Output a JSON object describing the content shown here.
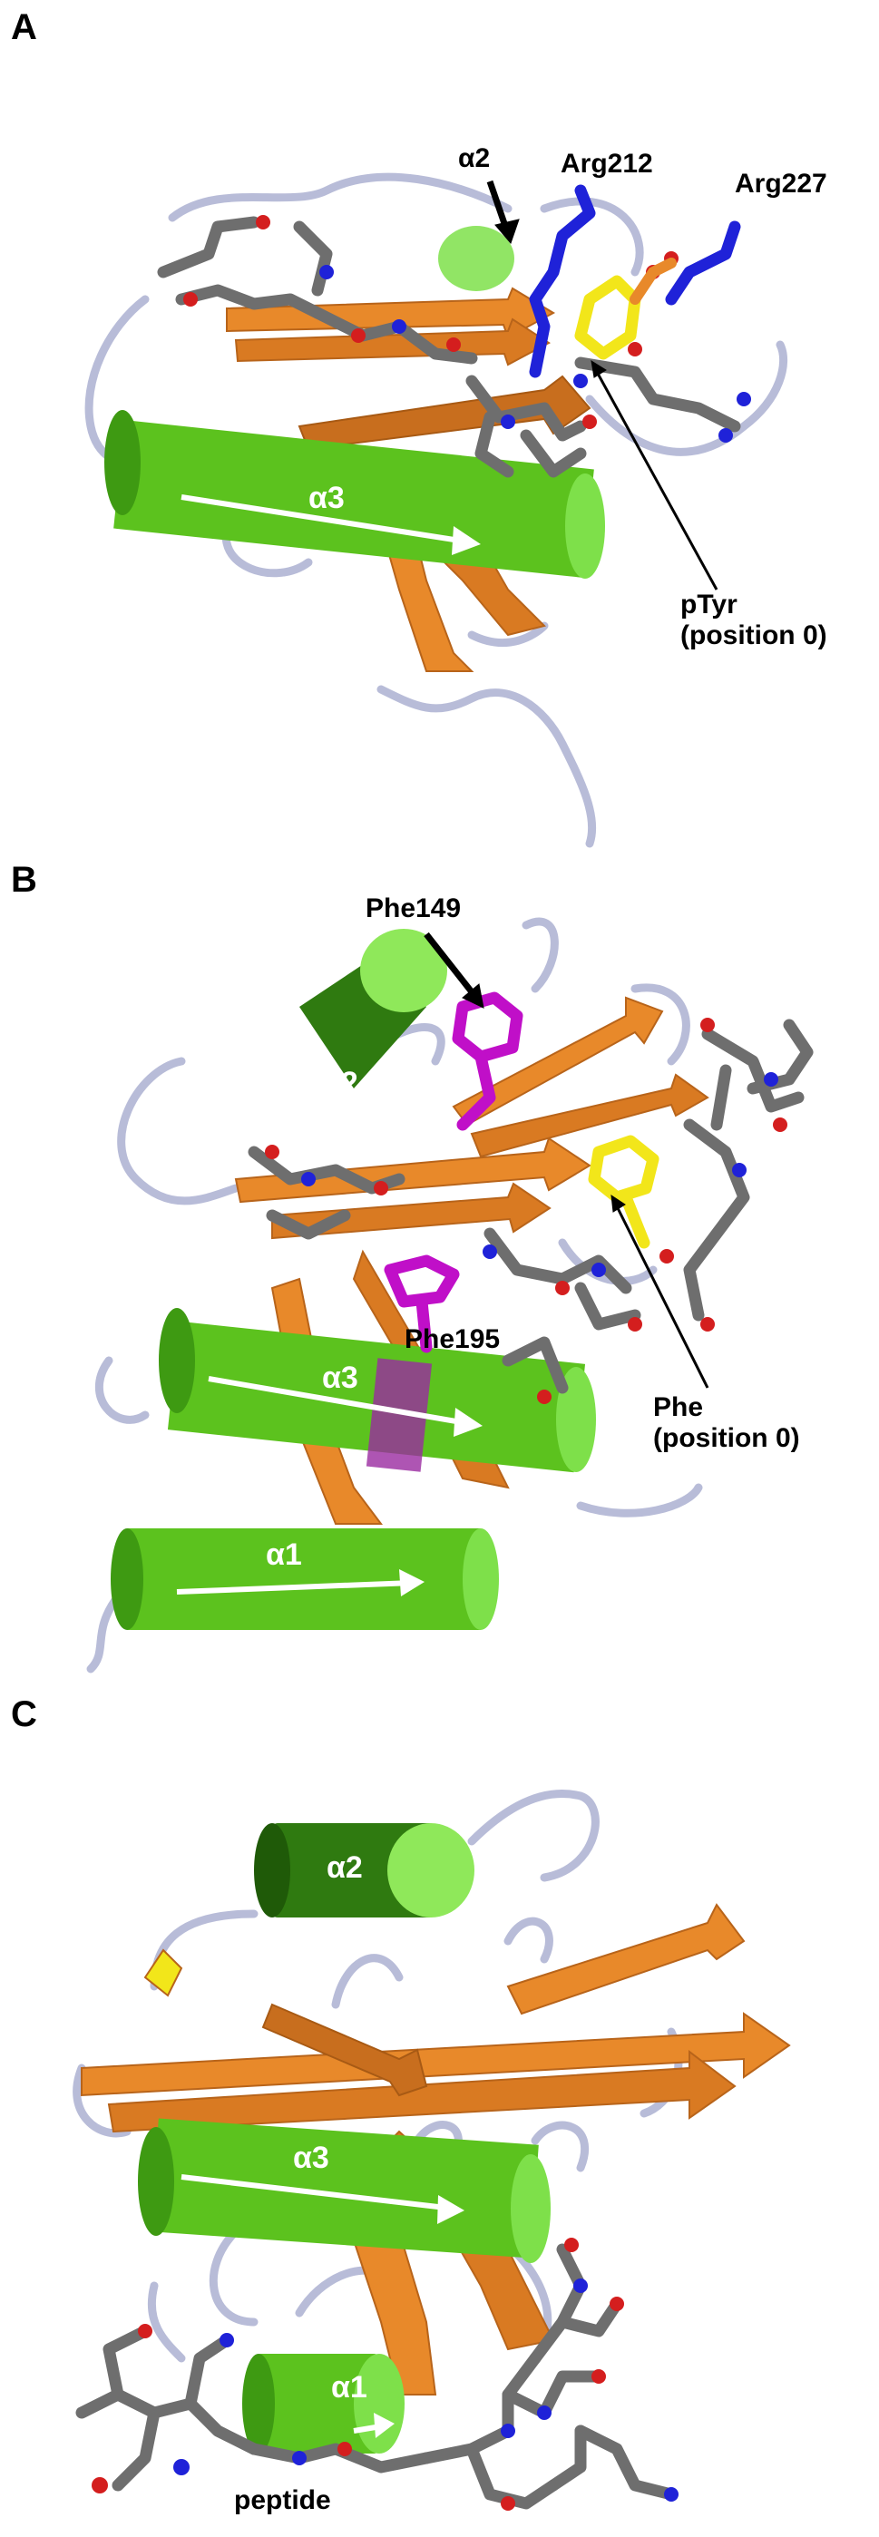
{
  "panels": [
    {
      "letter": "A",
      "labels": {
        "alpha2": "α2",
        "arg212": "Arg212",
        "arg227": "Arg227",
        "alpha3": "α3",
        "ptyr_line1": "pTyr",
        "ptyr_line2": "(position 0)"
      }
    },
    {
      "letter": "B",
      "labels": {
        "phe149": "Phe149",
        "alpha2": "α2",
        "phe195": "Phe195",
        "alpha3": "α3",
        "phe_line1": "Phe",
        "phe_line2": "(position 0)",
        "alpha1": "α1"
      }
    },
    {
      "letter": "C",
      "labels": {
        "alpha2": "α2",
        "alpha3": "α3",
        "alpha1": "α1",
        "peptide": "peptide"
      }
    }
  ],
  "colors": {
    "helix": "#5cc21e",
    "helix_light": "#8fe85a",
    "helix_dark": "#2f7a10",
    "strand": "#e8892a",
    "strand_dark": "#b8641a",
    "loop": "#b8bcd8",
    "stick_gray": "#6e6e6e",
    "stick_blue": "#1f22d8",
    "stick_red": "#d41e1e",
    "stick_yellow": "#f2e61a",
    "stick_magenta": "#c00fc8"
  }
}
